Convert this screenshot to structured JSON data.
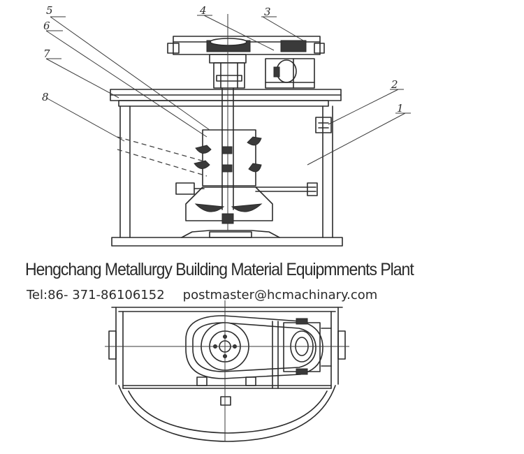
{
  "company": "Hengchang Metallurgy Building Material Equipmments Plant",
  "tel": "Tel:86- 371-86106152",
  "email": "postmaster@hcmachinary.com",
  "callouts": [
    "1",
    "2",
    "3",
    "4",
    "5",
    "6",
    "7",
    "8"
  ],
  "colors": {
    "ink": "#2b2b2b",
    "background": "#ffffff"
  }
}
